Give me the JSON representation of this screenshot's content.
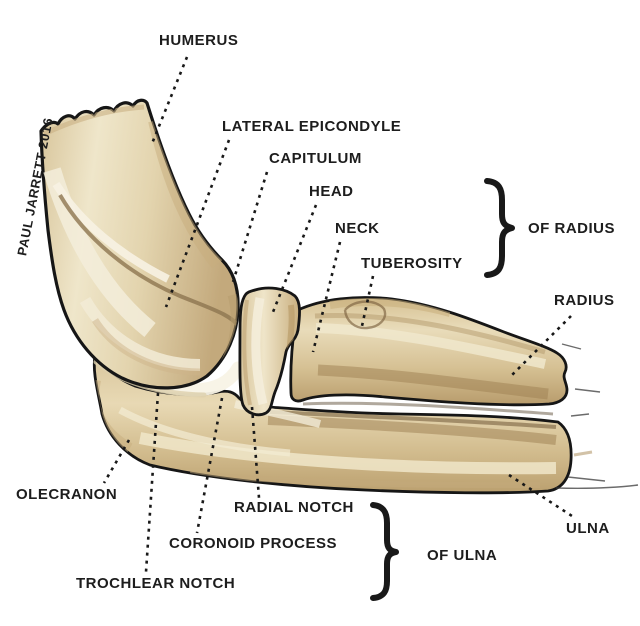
{
  "figure": {
    "credit": "PAUL JARRETT 2016",
    "subject": "Elbow joint bones, lateral view"
  },
  "labels": {
    "humerus": "HUMERUS",
    "lateral_epicondyle": "LATERAL EPICONDYLE",
    "capitulum": "CAPITULUM",
    "head": "HEAD",
    "neck": "NECK",
    "tuberosity": "TUBEROSITY",
    "radius": "RADIUS",
    "olecranon": "OLECRANON",
    "radial_notch": "RADIAL NOTCH",
    "coronoid_process": "CORONOID PROCESS",
    "trochlear_notch": "TROCHLEAR NOTCH",
    "ulna": "ULNA"
  },
  "groups": {
    "of_radius": {
      "label": "OF RADIUS",
      "members": [
        "HEAD",
        "NECK",
        "TUBEROSITY"
      ]
    },
    "of_ulna": {
      "label": "OF ULNA",
      "members": [
        "RADIAL NOTCH",
        "CORONOID PROCESS",
        "TROCHLEAR NOTCH"
      ]
    }
  },
  "colors": {
    "background": "#ffffff",
    "outline": "#161616",
    "text": "#1d1d1d",
    "bone_light": "#f2ecda",
    "bone_mid": "#d9c8a1",
    "bone_tan": "#c2a878",
    "bone_dark": "#8d7149"
  }
}
